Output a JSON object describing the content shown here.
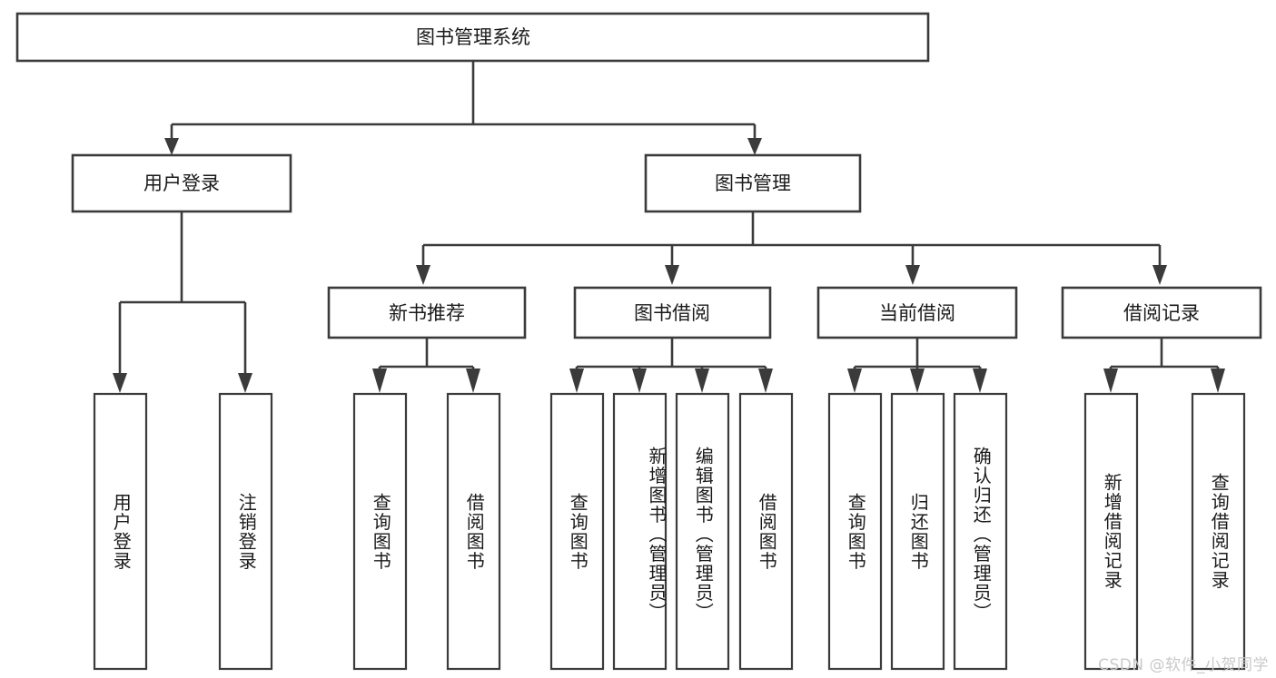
{
  "diagram": {
    "title": "图书管理系统",
    "type": "tree",
    "orientation": "top-down",
    "colors": {
      "stroke": "#3b3b3b",
      "box_fill": "#ffffff",
      "text": "#1a1a1a",
      "background": "#ffffff",
      "watermark": "#c9c9c9"
    },
    "root": {
      "id": "root",
      "label": "图书管理系统",
      "orientation": "horizontal"
    },
    "level2": [
      {
        "id": "user-login",
        "label": "用户登录",
        "orientation": "horizontal"
      },
      {
        "id": "book-manage",
        "label": "图书管理",
        "orientation": "horizontal"
      }
    ],
    "level3": [
      {
        "id": "new-book-recommend",
        "label": "新书推荐",
        "orientation": "horizontal",
        "parent": "book-manage"
      },
      {
        "id": "book-borrow",
        "label": "图书借阅",
        "orientation": "horizontal",
        "parent": "book-manage"
      },
      {
        "id": "current-borrow",
        "label": "当前借阅",
        "orientation": "horizontal",
        "parent": "book-manage"
      },
      {
        "id": "borrow-record",
        "label": "借阅记录",
        "orientation": "horizontal",
        "parent": "book-manage"
      }
    ],
    "leaves": [
      {
        "id": "leaf-user-login",
        "label": "用户登录",
        "orientation": "vertical",
        "parent": "user-login"
      },
      {
        "id": "leaf-logout-login",
        "label": "注销登录",
        "orientation": "vertical",
        "parent": "user-login"
      },
      {
        "id": "leaf-query-book-1",
        "label": "查询图书",
        "orientation": "vertical",
        "parent": "new-book-recommend"
      },
      {
        "id": "leaf-borrow-book-1",
        "label": "借阅图书",
        "orientation": "vertical",
        "parent": "new-book-recommend"
      },
      {
        "id": "leaf-query-book-2",
        "label": "查询图书",
        "orientation": "vertical",
        "parent": "book-borrow"
      },
      {
        "id": "leaf-add-book",
        "label": "新增图书（管理员）",
        "orientation": "vertical",
        "parent": "book-borrow"
      },
      {
        "id": "leaf-edit-book",
        "label": "编辑图书（管理员）",
        "orientation": "vertical",
        "parent": "book-borrow"
      },
      {
        "id": "leaf-borrow-book-2",
        "label": "借阅图书",
        "orientation": "vertical",
        "parent": "book-borrow"
      },
      {
        "id": "leaf-query-book-3",
        "label": "查询图书",
        "orientation": "vertical",
        "parent": "current-borrow"
      },
      {
        "id": "leaf-return-book",
        "label": "归还图书",
        "orientation": "vertical",
        "parent": "current-borrow"
      },
      {
        "id": "leaf-confirm-return",
        "label": "确认归还（管理员）",
        "orientation": "vertical",
        "parent": "current-borrow"
      },
      {
        "id": "leaf-add-record",
        "label": "新增借阅记录",
        "orientation": "vertical",
        "parent": "borrow-record"
      },
      {
        "id": "leaf-query-record",
        "label": "查询借阅记录",
        "orientation": "vertical",
        "parent": "borrow-record"
      }
    ],
    "watermark": "CSDN @软件_小贺同学"
  }
}
